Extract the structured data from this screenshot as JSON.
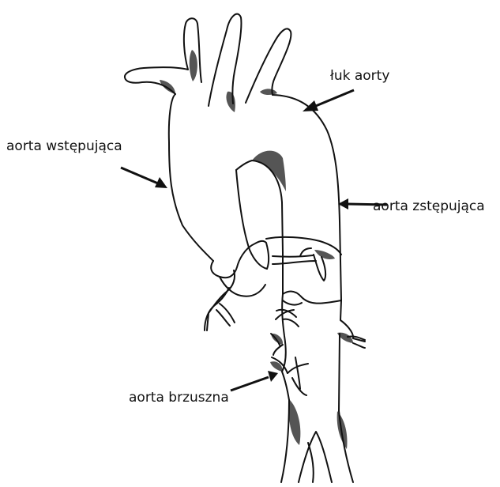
{
  "labels": {
    "arch": "łuk aorty",
    "ascending": "aorta wstępująca",
    "descending": "aorta zstępująca",
    "abdominal": "aorta brzuszna"
  },
  "colors": {
    "outline": "#111111",
    "shading": "#555555",
    "background": "#ffffff"
  }
}
